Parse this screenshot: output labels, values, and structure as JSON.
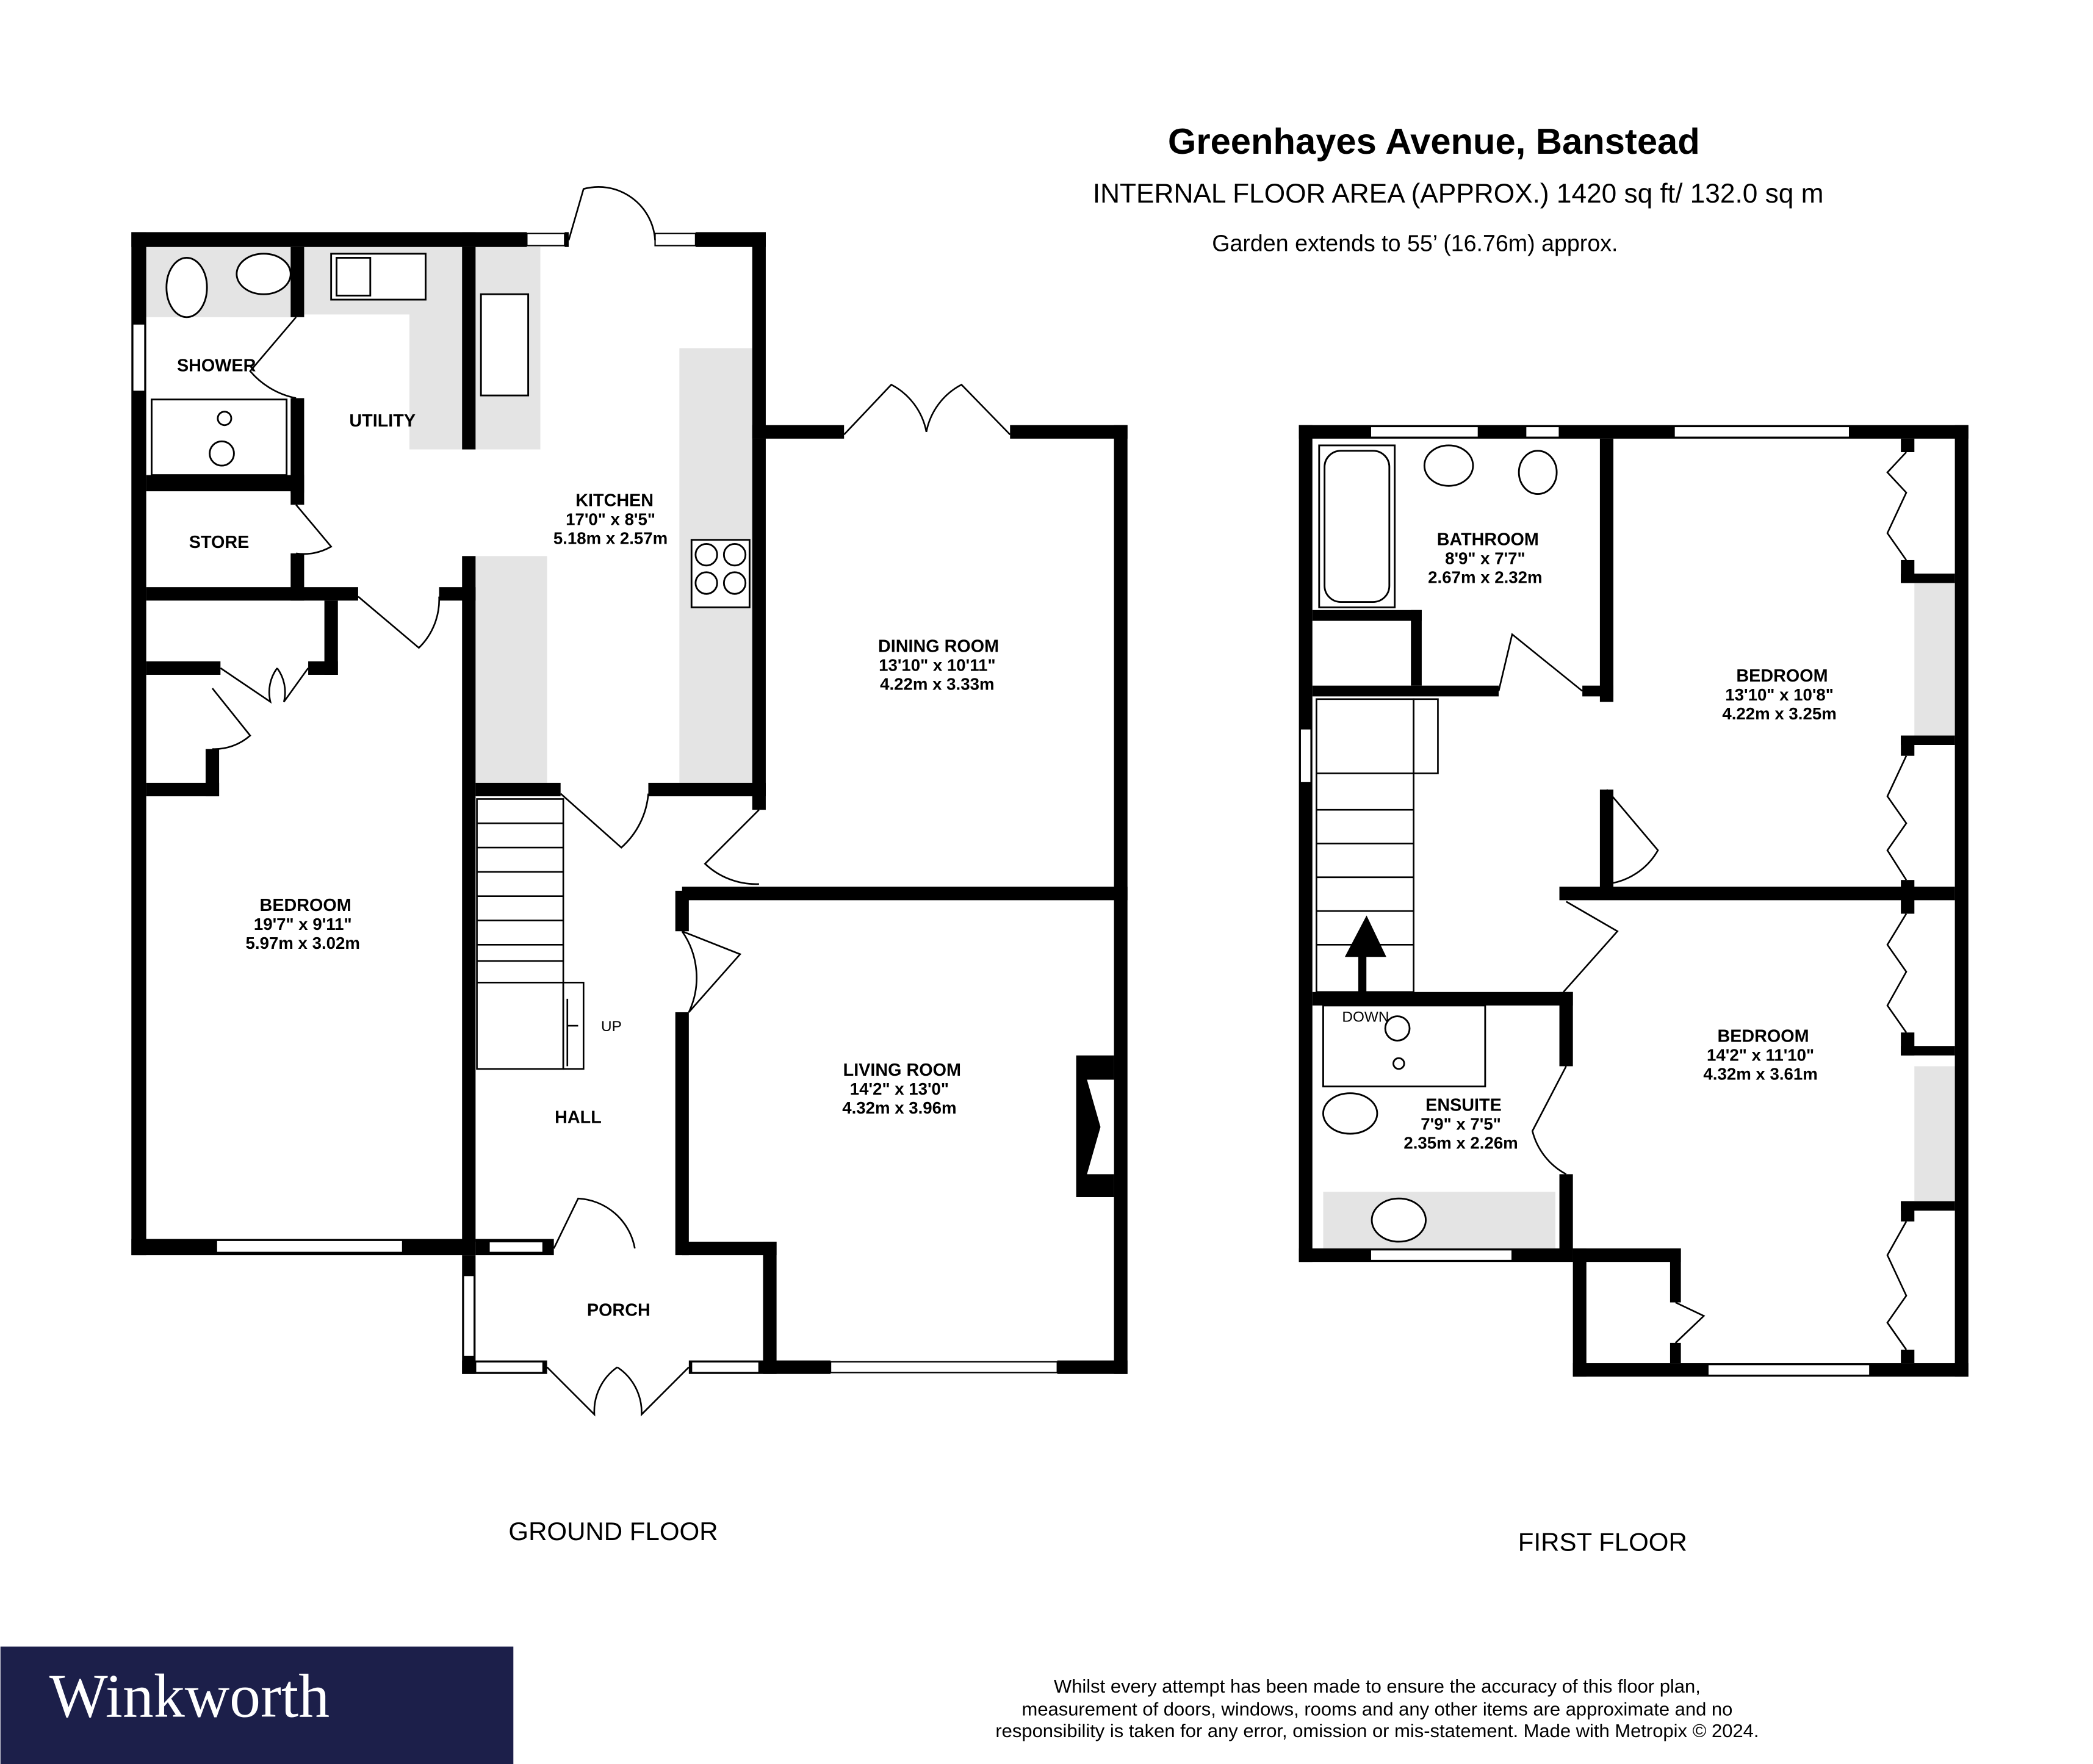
{
  "header": {
    "title": "Greenhayes Avenue, Banstead",
    "floor_area": "INTERNAL FLOOR AREA (APPROX.) 1420 sq ft/ 132.0 sq m",
    "garden": "Garden extends to 55’ (16.76m) approx."
  },
  "ground_floor": {
    "label": "GROUND FLOOR",
    "rooms": [
      {
        "name": "SHOWER"
      },
      {
        "name": "UTILITY"
      },
      {
        "name": "STORE"
      },
      {
        "name": "KITCHEN",
        "imperial": "17'0\"  x 8'5\"",
        "metric": "5.18m  x 2.57m"
      },
      {
        "name": "DINING ROOM",
        "imperial": "13'10\"  x 10'11\"",
        "metric": "4.22m  x 3.33m"
      },
      {
        "name": "BEDROOM",
        "imperial": "19'7\"  x 9'11\"",
        "metric": "5.97m  x 3.02m"
      },
      {
        "name": "LIVING ROOM",
        "imperial": "14'2\"  x 13'0\"",
        "metric": "4.32m  x 3.96m"
      },
      {
        "name": "HALL"
      },
      {
        "name": "PORCH"
      }
    ],
    "stairs_label": "UP"
  },
  "first_floor": {
    "label": "FIRST FLOOR",
    "rooms": [
      {
        "name": "BATHROOM",
        "imperial": "8'9\"  x 7'7\"",
        "metric": "2.67m  x 2.32m"
      },
      {
        "name": "BEDROOM",
        "imperial": "13'10\"  x 10'8\"",
        "metric": "4.22m  x 3.25m"
      },
      {
        "name": "BEDROOM",
        "imperial": "14'2\"  x 11'10\"",
        "metric": "4.32m  x 3.61m"
      },
      {
        "name": "ENSUITE",
        "imperial": "7'9\"  x 7'5\"",
        "metric": "2.35m  x 2.26m"
      }
    ],
    "stairs_label": "DOWN"
  },
  "footer": {
    "brand": "Winkworth",
    "brand_color": "#1c1f4a",
    "disclaimer": [
      "Whilst every attempt has been made to ensure the accuracy of this floor plan,",
      "measurement of doors, windows, rooms and any other items are approximate and no",
      "responsibility is taken for any error, omission or mis-statement. Made with Metropix © 2024."
    ]
  }
}
